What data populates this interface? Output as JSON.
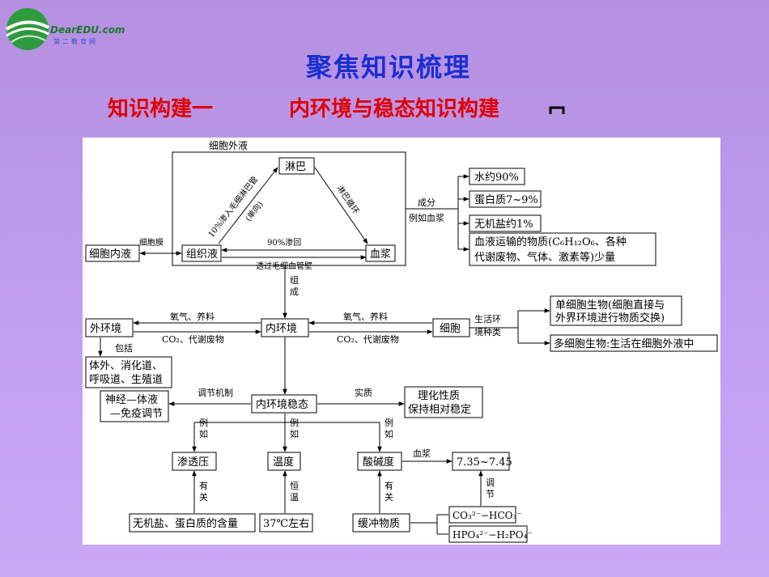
{
  "logo": {
    "brand": "DearEDU.com",
    "tagline": "第二教育网"
  },
  "title": "聚焦知识梳理",
  "subtitle": {
    "left": "知识构建一",
    "right": "内环境与稳态知识构建"
  },
  "diagram": {
    "extracellular_fluid": "细胞外液",
    "lymph": "淋巴",
    "tissue_fluid": "组织液",
    "plasma": "血浆",
    "edge_tissue_to_lymph_1": "10%渗入毛细淋巴管",
    "edge_tissue_to_lymph_2": "(单向)",
    "edge_lymph_to_plasma": "淋巴循环",
    "edge_plasma_to_tissue": "90%渗回",
    "edge_tissue_to_plasma": "透过毛细血管壁",
    "cell_membrane": "细胞膜",
    "intracellular_fluid": "细胞内液",
    "components_1": "成分",
    "components_2": "例如血浆",
    "comp_water": "水约90%",
    "comp_protein": "蛋白质7~9%",
    "comp_salt": "无机盐约1%",
    "comp_other_1": "血液运输的物质(C₆H₁₂O₆、各种",
    "comp_other_2": "代谢废物、气体、激素等)少量",
    "composes_1": "组",
    "composes_2": "成",
    "internal_env": "内环境",
    "external_env": "外环境",
    "oxygen_nutrients_left": "氧气、养料",
    "co2_waste_left": "CO₂、代谢废物",
    "oxygen_nutrients_right": "氧气、养料",
    "co2_waste_right": "CO₂、代谢废物",
    "cell": "细胞",
    "living_env_1": "生活环",
    "living_env_2": "境种类",
    "unicellular_1": "单细胞生物(细胞直接与",
    "unicellular_2": "外界环境进行物质交换)",
    "multicellular": "多细胞生物:生活在细胞外液中",
    "includes": "包括",
    "external_list_1": "体外、消化道、",
    "external_list_2": "呼吸道、生殖道",
    "regulation_mechanism": "调节机制",
    "regulation_1": "神经—体液",
    "regulation_2": "—免疫调节",
    "homeostasis": "内环境稳态",
    "essence": "实质",
    "essence_result_1": "理化性质",
    "essence_result_2": "保持相对稳定",
    "example_1a": "例",
    "example_1b": "如",
    "example_2a": "例",
    "example_2b": "如",
    "example_3a": "例",
    "example_3b": "如",
    "osmotic_pressure": "渗透压",
    "temperature": "温度",
    "ph": "酸碱度",
    "plasma_label": "血浆",
    "ph_value": "7.35~7.45",
    "related_1a": "有",
    "related_1b": "关",
    "constant_a": "恒",
    "constant_b": "温",
    "related_2a": "有",
    "related_2b": "关",
    "regulate_a": "调",
    "regulate_b": "节",
    "salt_protein_content": "无机盐、蛋白质的含量",
    "temp_value": "37℃左右",
    "buffer": "缓冲物质",
    "buffer_pair_1": "CO₃²⁻−HCO₃⁻",
    "buffer_pair_2": "HPO₄²⁻−H₂PO₄⁻"
  }
}
